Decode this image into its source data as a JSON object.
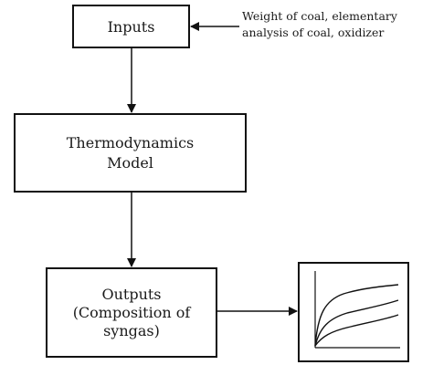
{
  "diagram": {
    "inputs_label": "Inputs",
    "note_lines": [
      "Weight of coal, elementary",
      "analysis of coal, oxidizer"
    ],
    "model_lines": [
      "Thermodynamics",
      "Model"
    ],
    "outputs_lines": [
      "Outputs",
      "(Composition of",
      "syngas)"
    ],
    "line_color": "#111111"
  }
}
